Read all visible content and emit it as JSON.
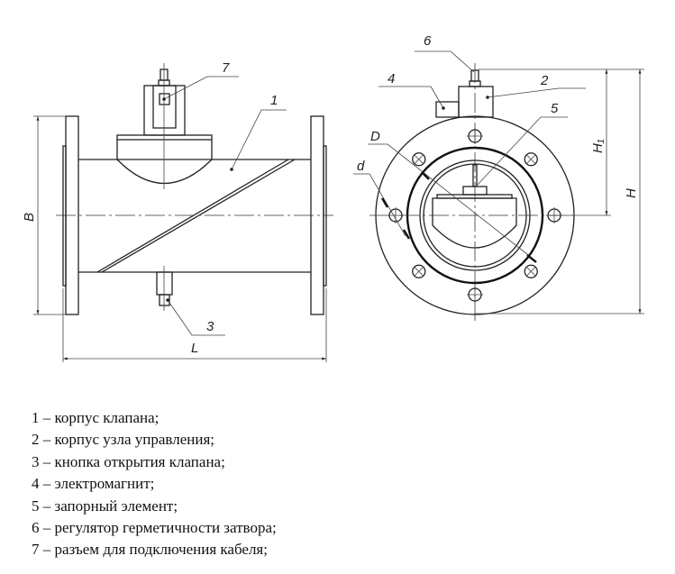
{
  "callouts": {
    "c1": "1",
    "c2": "2",
    "c3": "3",
    "c4": "4",
    "c5": "5",
    "c6": "6",
    "c7": "7"
  },
  "dimensions": {
    "B": "B",
    "L": "L",
    "H1": "H₁",
    "H": "H",
    "D": "D",
    "d": "d"
  },
  "legend": [
    "1 – корпус клапана;",
    "2 – корпус узла управления;",
    "3 – кнопка открытия клапана;",
    "4 – электромагнит;",
    "5 – запорный элемент;",
    "6 – регулятор герметичности затвора;",
    "7 – разъем для подключения кабеля;"
  ]
}
